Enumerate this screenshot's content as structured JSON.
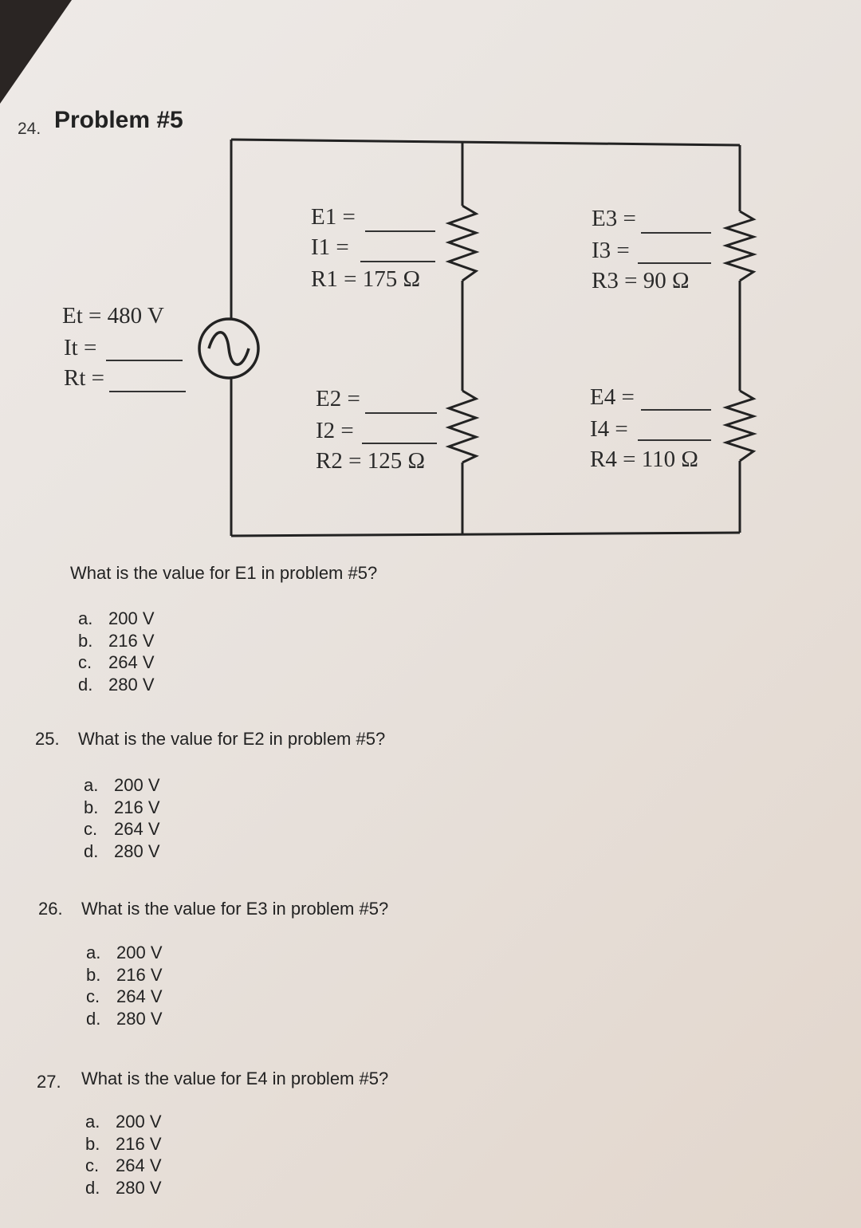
{
  "problem": {
    "number": "24.",
    "title": "Problem #5",
    "source": {
      "et": "Et = 480 V",
      "it": "It =",
      "rt": "Rt ="
    },
    "resistors": [
      {
        "e": "E1 =",
        "i": "I1 =",
        "r": "R1 = 175 Ω"
      },
      {
        "e": "E2 =",
        "i": "I2 =",
        "r": "R2 = 125 Ω"
      },
      {
        "e": "E3 =",
        "i": "I3 =",
        "r": "R3 = 90 Ω"
      },
      {
        "e": "E4 =",
        "i": "I4 =",
        "r": "R4 = 110 Ω"
      }
    ]
  },
  "questions": [
    {
      "number": "",
      "text": "What is the value for E1 in problem #5?",
      "options": [
        {
          "letter": "a.",
          "text": "200 V"
        },
        {
          "letter": "b.",
          "text": "216 V"
        },
        {
          "letter": "c.",
          "text": "264 V"
        },
        {
          "letter": "d.",
          "text": "280 V"
        }
      ]
    },
    {
      "number": "25.",
      "text": "What is the value for E2 in problem #5?",
      "options": [
        {
          "letter": "a.",
          "text": "200 V"
        },
        {
          "letter": "b.",
          "text": "216 V"
        },
        {
          "letter": "c.",
          "text": "264 V"
        },
        {
          "letter": "d.",
          "text": "280 V"
        }
      ]
    },
    {
      "number": "26.",
      "text": "What is the value for E3 in problem #5?",
      "options": [
        {
          "letter": "a.",
          "text": "200 V"
        },
        {
          "letter": "b.",
          "text": "216 V"
        },
        {
          "letter": "c.",
          "text": "264 V"
        },
        {
          "letter": "d.",
          "text": "280 V"
        }
      ]
    },
    {
      "number": "27.",
      "text": "What is the value for E4 in problem #5?",
      "options": [
        {
          "letter": "a.",
          "text": "200 V"
        },
        {
          "letter": "b.",
          "text": "216 V"
        },
        {
          "letter": "c.",
          "text": "264 V"
        },
        {
          "letter": "d.",
          "text": "280 V"
        }
      ]
    }
  ]
}
